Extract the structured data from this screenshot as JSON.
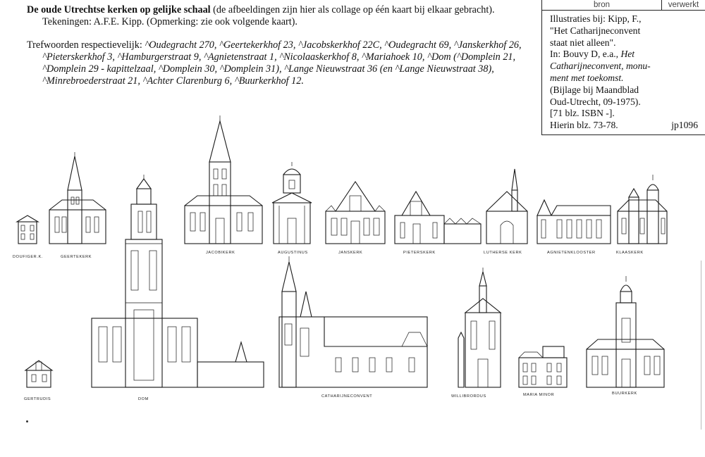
{
  "header": {
    "title_bold": "De oude Utrechtse kerken op gelijke schaal",
    "title_rest": " (de afbeeldingen zijn hier als collage op één kaart bij elkaar gebracht).",
    "credit": "Tekeningen: A.F.E. Kipp. (Opmerking: zie ook volgende kaart)."
  },
  "keywords": {
    "intro": "Trefwoorden respectievelijk: ",
    "line1": "^Oudegracht 270, ^Geertekerkhof 23, ^Jacobskerkhof 22C, ^Oudegracht 69, ^Janskerkhof 26,",
    "line2": "^Pieterskerkhof 3, ^Hamburgerstraat 9, ^Agnietenstraat 1, ^Nicolaaskerkhof 8, ^Mariahoek 10, ^Dom (^Domplein 21,",
    "line3": "^Domplein 29 - kapittelzaal, ^Domplein 30, ^Domplein 31), ^Lange Nieuwstraat 36 (en ^Lange Nieuwstraat 38),",
    "line4": "^Minrebroederstraat 21, ^Achter Clarenburg 6, ^Buurkerkhof 12."
  },
  "source": {
    "col_bron": "bron",
    "col_verwerkt": "verwerkt",
    "l1": "Illustraties bij: Kipp, F.,",
    "l2": "\"Het Catharijneconvent",
    "l3": "staat niet alleen\".",
    "l4a": "In: Bouvy D, e.a., ",
    "l4b": "Het",
    "l5": "Catharijneconvent, monu-",
    "l6": "ment met toekomst.",
    "l7": "(Bijlage bij Maandblad",
    "l8": "Oud-Utrecht, 09-1975).",
    "l9": "[71  blz. ISBN -].",
    "l10": "Hierin blz. 73-78.",
    "code": "jp1096"
  },
  "labels": {
    "doufigerk": "DOUFIGER.K.",
    "geertekerk": "GEERTEKERK",
    "jacobikerk": "JACOBIKERK",
    "augustinus": "AUGUSTINUS",
    "janskerk": "JANSKERK",
    "pieterskerk": "PIETERSKERK",
    "lutherse": "LUTHERSE KERK",
    "agnieten": "AGNIETENKLOOSTER",
    "klaaskerk": "KLAASKERK",
    "gertrudis": "GERTRUDIS",
    "dom": "DOM",
    "catharijne": "CATHARIJNECONVENT",
    "willibrordus": "WILLIBRORDUS",
    "maria_minor": "MARIA MINOR",
    "buurkerk": "BUURKERK"
  }
}
